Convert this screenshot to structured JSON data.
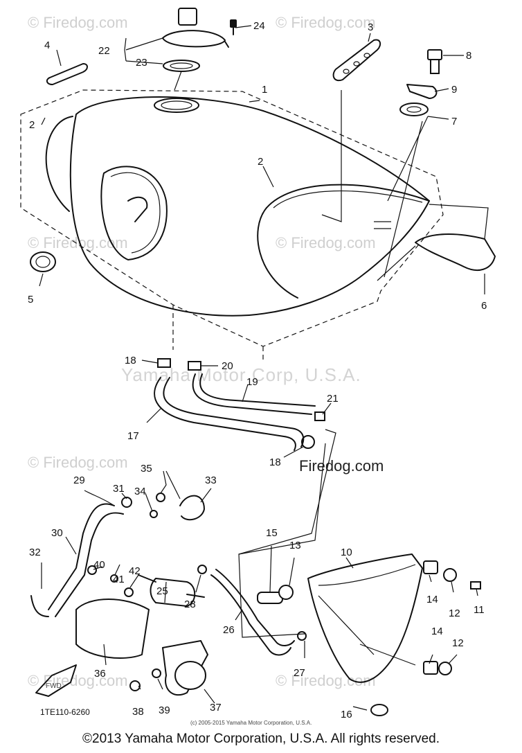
{
  "watermark": {
    "site": "© Firedog.com",
    "site_short": "Firedog.com",
    "company": "Yamaha Motor Corp, U.S.A."
  },
  "diagram": {
    "code": "1TE110-6260",
    "small_notice": "(c) 2005-2015 Yamaha Motor Corporation, U.S.A.",
    "arrow_label": "FWD",
    "callouts": {
      "p1": "1",
      "p2a": "2",
      "p2b": "2",
      "p3": "3",
      "p4": "4",
      "p5": "5",
      "p6": "6",
      "p7": "7",
      "p8": "8",
      "p9": "9",
      "p10": "10",
      "p11": "11",
      "p12a": "12",
      "p12b": "12",
      "p13": "13",
      "p14a": "14",
      "p14b": "14",
      "p15": "15",
      "p16": "16",
      "p17": "17",
      "p18a": "18",
      "p18b": "18",
      "p19": "19",
      "p20": "20",
      "p21": "21",
      "p22": "22",
      "p23": "23",
      "p24": "24",
      "p25": "25",
      "p26": "26",
      "p27": "27",
      "p28": "28",
      "p29": "29",
      "p30": "30",
      "p31": "31",
      "p32": "32",
      "p33": "33",
      "p34": "34",
      "p35": "35",
      "p36": "36",
      "p37": "37",
      "p38": "38",
      "p39": "39",
      "p40": "40",
      "p41": "41",
      "p42": "42"
    }
  },
  "footer": {
    "copyright": "©2013 Yamaha Motor Corporation, U.S.A. All rights reserved."
  }
}
